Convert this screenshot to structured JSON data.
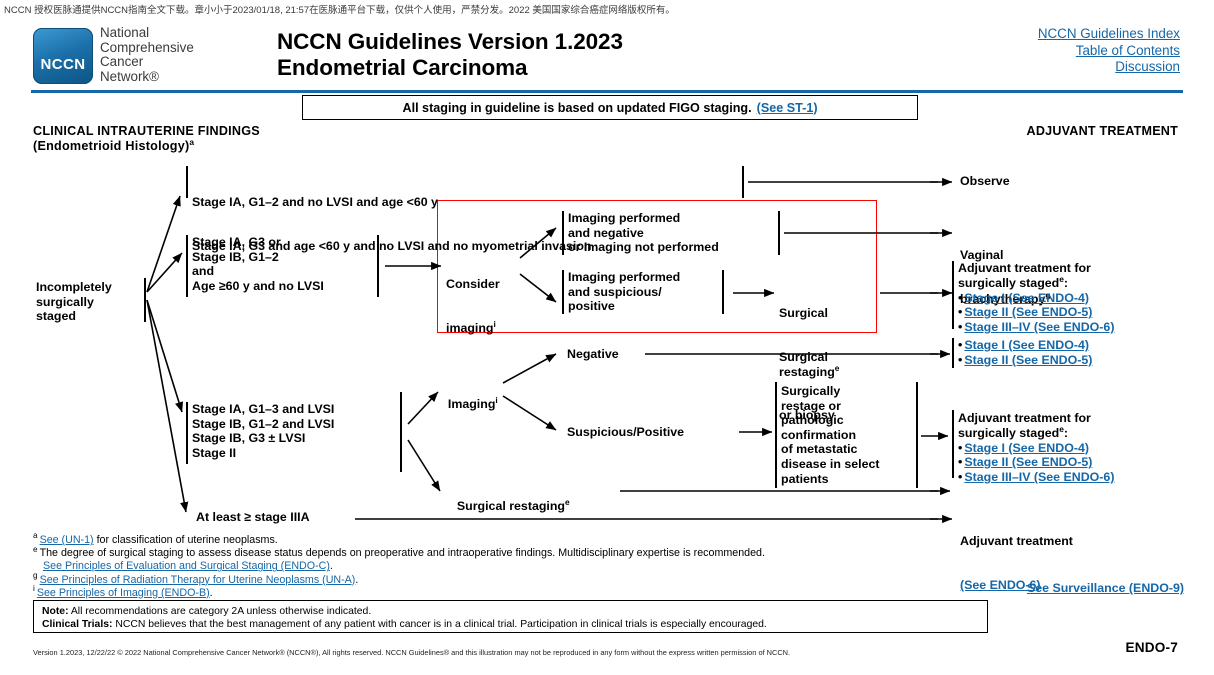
{
  "watermark": "NCCN  授权医脉通提供NCCN指南全文下载。章小小于2023/01/18, 21:57在医脉通平台下载，仅供个人使用，严禁分发。2022  美国国家综合癌症网络版权所有。",
  "header": {
    "logo_text": "NCCN",
    "logo_words": "National\nComprehensive\nCancer\nNetwork®",
    "title_line1": "NCCN Guidelines Version 1.2023",
    "title_line2": "Endometrial Carcinoma",
    "links": [
      "NCCN Guidelines Index",
      "Table of Contents",
      "Discussion"
    ],
    "rule_color": "#1567a8"
  },
  "figo_banner": {
    "text": "All staging in guideline is based on updated FIGO staging.",
    "link": "(See ST-1)"
  },
  "columns": {
    "left_header_line1": "CLINICAL INTRAUTERINE FINDINGS",
    "left_header_line2": "(Endometrioid Histology)",
    "left_header_sup": "a",
    "right_header": "ADJUVANT TREATMENT"
  },
  "flow": {
    "root": "Incompletely\nsurgically\nstaged",
    "branch1": {
      "criteria_line1": "Stage IA, G1–2 and no LVSI and age <60 y",
      "criteria_line2": "Stage IA, G3 and age <60 y and no LVSI and no myometrial invasion",
      "outcome": "Observe"
    },
    "branch2": {
      "criteria": "Stage IA, G3 or\nStage IB, G1–2\nand\nAge ≥60 y and no LVSI",
      "consider_imaging": "Consider\nimaging",
      "consider_imaging_sup": "i",
      "path_negative": "Imaging performed\nand negative\nor Imaging not performed",
      "path_positive": "Imaging performed\nand suspicious/\npositive",
      "surgical_restaging": "Surgical\nrestaging",
      "surgical_restaging_sup": "e",
      "surgical_restaging_line2": "or biopsy",
      "outcome_negative_line1": "Vaginal",
      "outcome_negative_line2": "brachytherapy",
      "outcome_negative_sup": "g",
      "adjuvant_title_line1": "Adjuvant treatment for",
      "adjuvant_title_line2": "surgically staged",
      "adjuvant_title_sup": "e",
      "adjuvant_title_colon": ":",
      "adjuvant_items": [
        "Stage I (See ENDO-4)",
        "Stage II (See ENDO-5)",
        "Stage III–IV (See ENDO-6)"
      ]
    },
    "branch3": {
      "criteria": "Stage IA, G1–3 and LVSI\nStage IB, G1–2 and LVSI\nStage IB, G3 ± LVSI\nStage II",
      "imaging": "Imaging",
      "imaging_sup": "i",
      "result_negative": "Negative",
      "result_positive": "Suspicious/Positive",
      "surgical_restaging": "Surgical restaging",
      "surgical_restaging_sup": "e",
      "negative_items": [
        "Stage I (See ENDO-4)",
        "Stage II (See ENDO-5)"
      ],
      "restage_block": "Surgically\nrestage or\npathologic\nconfirmation\nof metastatic\ndisease in select\npatients",
      "adjuvant_title_line1": "Adjuvant treatment for",
      "adjuvant_title_line2": "surgically staged",
      "adjuvant_title_sup": "e",
      "adjuvant_title_colon": ":",
      "adjuvant_items": [
        "Stage I (See ENDO-4)",
        "Stage II (See ENDO-5)",
        "Stage III–IV (See ENDO-6)"
      ]
    },
    "branch4": {
      "criteria": "At least ≥ stage IIIA",
      "outcome_line1": "Adjuvant treatment",
      "outcome_link": "(See ENDO-6)"
    }
  },
  "footnotes": [
    {
      "mark": "a",
      "pre": "",
      "link": "See (UN-1)",
      "post": " for classification of uterine neoplasms."
    },
    {
      "mark": "e",
      "pre": "The degree of surgical staging to assess disease status depends on preoperative and intraoperative findings. Multidisciplinary expertise is recommended.",
      "link": "",
      "post": ""
    },
    {
      "mark": "",
      "pre": "",
      "link": "See Principles of Evaluation and Surgical Staging (ENDO-C)",
      "post": "."
    },
    {
      "mark": "g",
      "pre": "",
      "link": "See Principles of Radiation Therapy for Uterine Neoplasms (UN-A)",
      "post": "."
    },
    {
      "mark": "i",
      "pre": "",
      "link": "See Principles of Imaging (ENDO-B)",
      "post": "."
    }
  ],
  "surveillance_link": "See Surveillance (ENDO-9)",
  "note_box": {
    "line1_label": "Note:",
    "line1_text": "  All recommendations are category 2A unless otherwise indicated.",
    "line2_label": "Clinical Trials:",
    "line2_text": "  NCCN believes that the best management of any patient with cancer is in a clinical trial.  Participation in clinical trials is especially encouraged."
  },
  "copyright": "Version 1.2023, 12/22/22 © 2022 National Comprehensive Cancer Network® (NCCN®), All rights reserved. NCCN Guidelines® and this illustration may not be reproduced in any form without the express written permission of NCCN.",
  "page_id": "ENDO-7",
  "colors": {
    "link": "#1567a8",
    "red_box": "#ff0000",
    "rule": "#1567a8"
  }
}
